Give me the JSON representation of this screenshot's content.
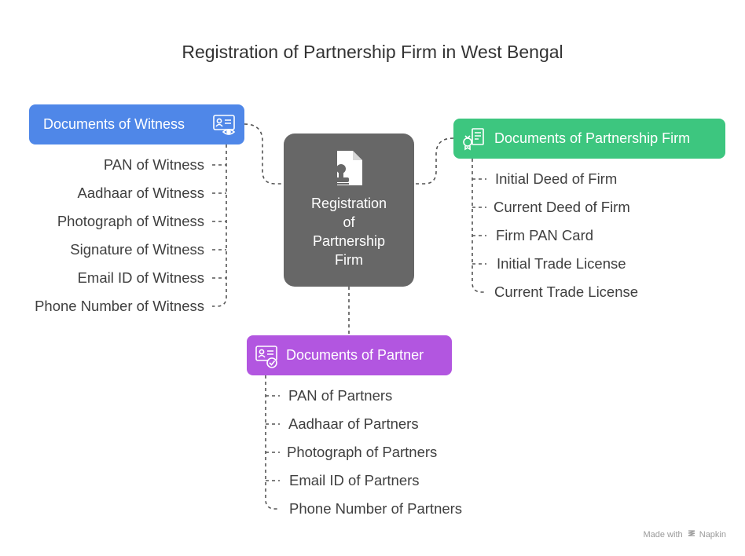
{
  "title": "Registration of Partnership Firm in West Bengal",
  "center": {
    "label_lines": [
      "Registration",
      "of",
      "Partnership",
      "Firm"
    ],
    "icon": "document-stamp-icon"
  },
  "witness": {
    "label": "Documents of Witness",
    "icon": "id-card-eye-icon",
    "color": "#4f87e8",
    "items": [
      "PAN of Witness",
      "Aadhaar of Witness",
      "Photograph of Witness",
      "Signature of Witness",
      "Email ID of Witness",
      "Phone Number of Witness"
    ]
  },
  "firm": {
    "label": "Documents of Partnership Firm",
    "icon": "certificate-icon",
    "color": "#3dc67f",
    "items": [
      "Initial Deed of Firm",
      "Current Deed of Firm",
      "Firm PAN Card",
      "Initial Trade License",
      "Current Trade License"
    ]
  },
  "partner": {
    "label": "Documents of Partner",
    "icon": "id-card-check-icon",
    "color": "#b256e0",
    "items": [
      "PAN of Partners",
      "Aadhaar of Partners",
      "Photograph of Partners",
      "Email ID of Partners",
      "Phone Number of Partners"
    ]
  },
  "watermark": {
    "prefix": "Made with",
    "brand": "Napkin"
  }
}
